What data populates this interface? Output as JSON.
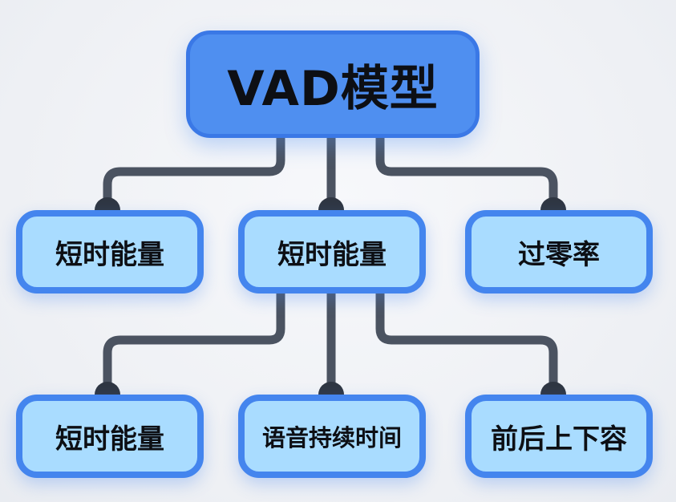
{
  "diagram": {
    "root": {
      "label": "VAD模型"
    },
    "level1": [
      {
        "label": "短时能量"
      },
      {
        "label": "短时能量"
      },
      {
        "label": "过零率"
      }
    ],
    "level2": [
      {
        "label": "短时能量"
      },
      {
        "label": "语音持续时间"
      },
      {
        "label": "前后上下容"
      }
    ]
  },
  "colors": {
    "root_fill": "#4f8ff0",
    "node_fill": "#a9dcff",
    "node_border": "#4485ee",
    "connector": "#4b5361",
    "text": "#0d0f14"
  }
}
